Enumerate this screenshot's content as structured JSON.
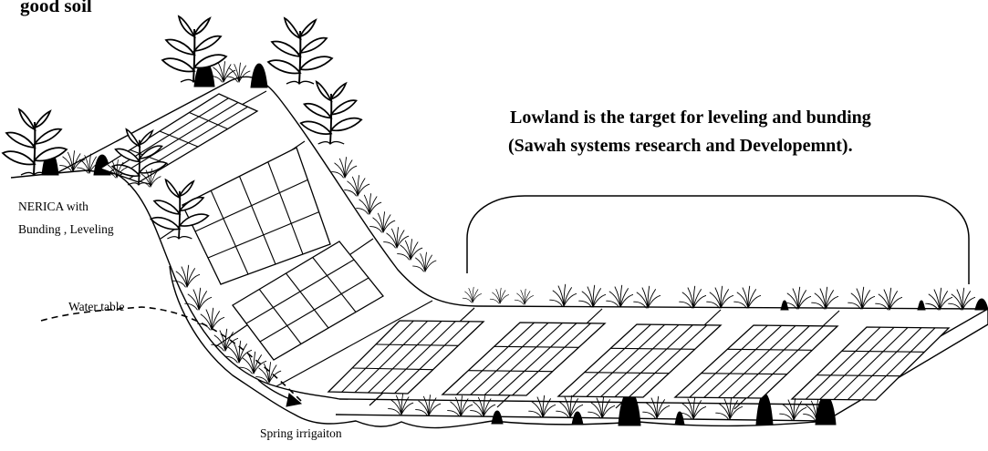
{
  "labels": {
    "corner_title": "good soil",
    "target_line1": "Lowland is the target for leveling and bunding",
    "target_line2": "(Sawah systems research and Developemnt).",
    "nerica_line1": "NERICA with",
    "nerica_line2": "Bunding , Leveling",
    "water_table": "Water table",
    "spring_irrigation": "Spring irrigaiton"
  },
  "colors": {
    "ink": "#000000",
    "plant_fill": "#ffffff",
    "mound_fill": "#000000",
    "background": "#ffffff"
  },
  "icons": {
    "upland_plant": "broadleaf-seedling-icon",
    "rice_tuft": "rice-tuft-icon",
    "bund_mound": "bund-mound-icon"
  }
}
